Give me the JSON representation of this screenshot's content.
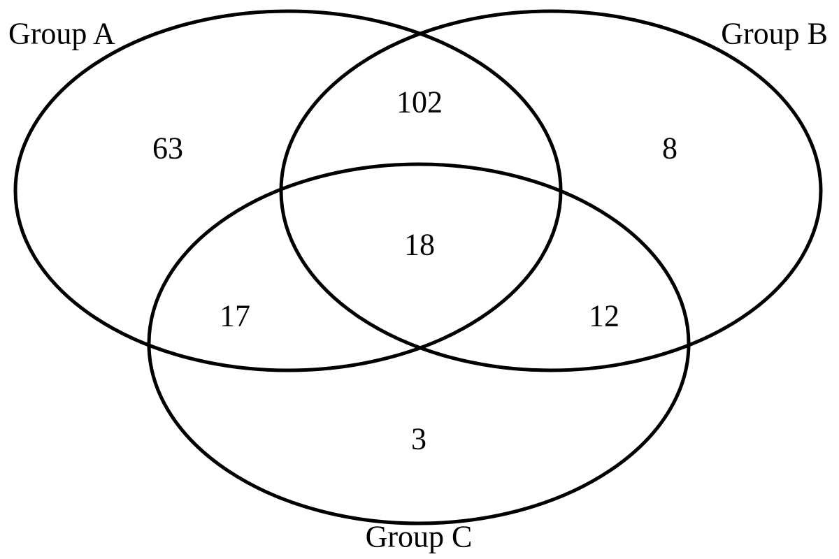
{
  "sets": {
    "a": {
      "label": "Group A"
    },
    "b": {
      "label": "Group B"
    },
    "c": {
      "label": "Group C"
    }
  },
  "regions": {
    "a_only": "63",
    "b_only": "8",
    "c_only": "3",
    "ab_only": "102",
    "ac_only": "17",
    "bc_only": "12",
    "abc": "18"
  },
  "colors": {
    "stroke": "#000000",
    "background": "#ffffff"
  }
}
